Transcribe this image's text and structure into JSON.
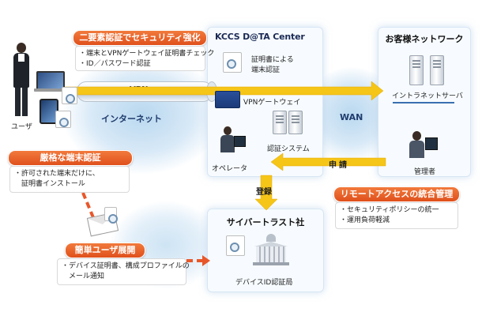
{
  "user_label": "ユーザ",
  "two_factor": {
    "title": "二要素認証でセキュリティ強化",
    "items": [
      "・端末とVPNゲートウェイ証明書チェック",
      "・ID／パスワード認証"
    ]
  },
  "vpn_label": "VPN",
  "internet_label": "インターネット",
  "datacenter": {
    "logo": "KCCS D@TA Center",
    "cert_auth_lines": [
      "証明書による",
      "端末認証"
    ],
    "vpn_gateway": "VPNゲートウェイ",
    "auth_system": "認証システム",
    "operator": "オペレータ"
  },
  "wan_label": "WAN",
  "customer_network": {
    "title": "お客様ネットワーク",
    "intranet_server": "イントラネットサーバ",
    "admin": "管理者"
  },
  "application_label": "申請",
  "registration_label": "登録",
  "strict_auth": {
    "title": "厳格な端末認証",
    "items": [
      "・許可された端末だけに、",
      "　証明書インストール"
    ]
  },
  "remote_access": {
    "title": "リモートアクセスの統合管理",
    "items": [
      "・セキュリティポリシーの統一",
      "・運用負荷軽減"
    ]
  },
  "cybertrust": {
    "title": "サイバートラスト社",
    "device_ca": "デバイスID認証局"
  },
  "simple_deploy": {
    "title": "簡単ユーザ展開",
    "items": [
      "・デバイス証明書、構成プロファイルの",
      "　メール通知"
    ]
  },
  "colors": {
    "accent_orange": "#e8572a",
    "arrow_yellow": "#f5c518",
    "panel_border": "#d7e6f4",
    "cloud_blue": "#b9d8ef"
  }
}
